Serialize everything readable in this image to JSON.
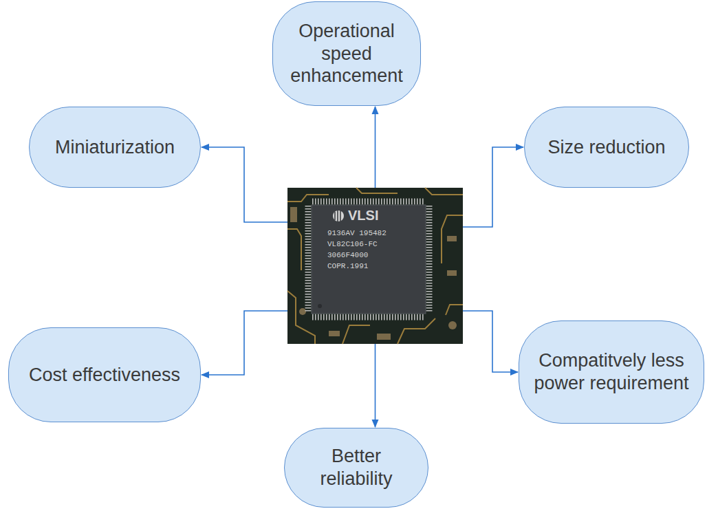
{
  "diagram": {
    "nodes": [
      {
        "text": [
          "Operational speed enhancement"
        ]
      },
      {
        "text": [
          "Miniaturization"
        ]
      },
      {
        "text": [
          "Size reduction"
        ]
      },
      {
        "text": [
          "VLSI",
          "9136AV 195482",
          "VL82C106-FC",
          "3066F4000",
          "COPR.1991"
        ]
      },
      {
        "text": [
          "Cost effectiveness"
        ]
      },
      {
        "text": [
          "Compatitvely less power requirement"
        ]
      },
      {
        "text": [
          "Better reliability"
        ]
      }
    ],
    "edges": [
      {
        "from": 3,
        "to": 0,
        "arrow": "to"
      },
      {
        "from": 3,
        "to": 1,
        "arrow": "to"
      },
      {
        "from": 3,
        "to": 2,
        "arrow": "to"
      },
      {
        "from": 3,
        "to": 4,
        "arrow": "to"
      },
      {
        "from": 3,
        "to": 5,
        "arrow": "to"
      },
      {
        "from": 3,
        "to": 6,
        "arrow": "to"
      }
    ]
  }
}
